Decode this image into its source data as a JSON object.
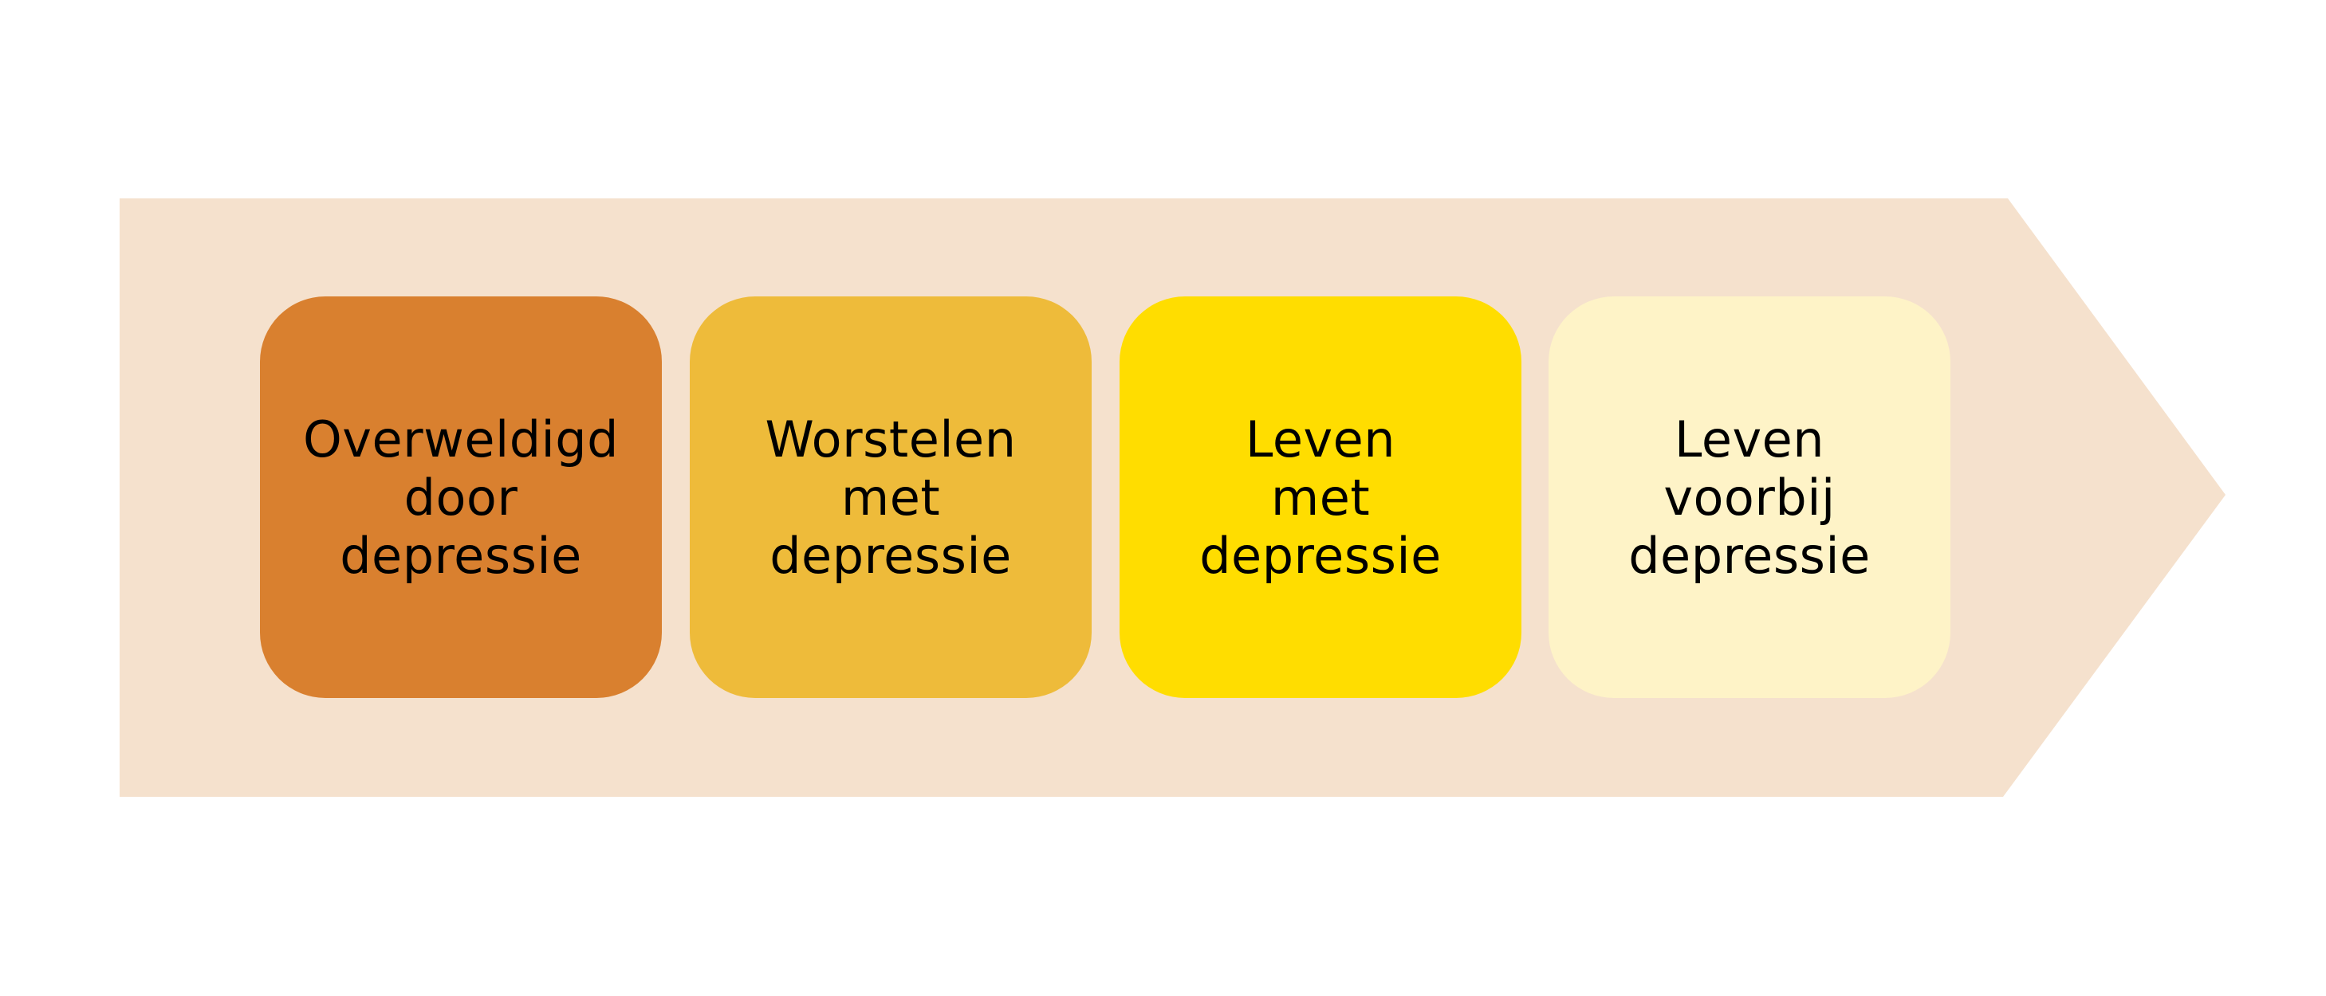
{
  "arrow": {
    "color": "#f5e1cd"
  },
  "stages": [
    {
      "label": "Overweldigd\ndoor\ndepressie",
      "color": "#d9802f"
    },
    {
      "label": "Worstelen\nmet\ndepressie",
      "color": "#eebb3a"
    },
    {
      "label": "Leven\nmet\ndepressie",
      "color": "#ffdd00"
    },
    {
      "label": "Leven\nvoorbij\ndepressie",
      "color": "#fef3c7"
    }
  ]
}
